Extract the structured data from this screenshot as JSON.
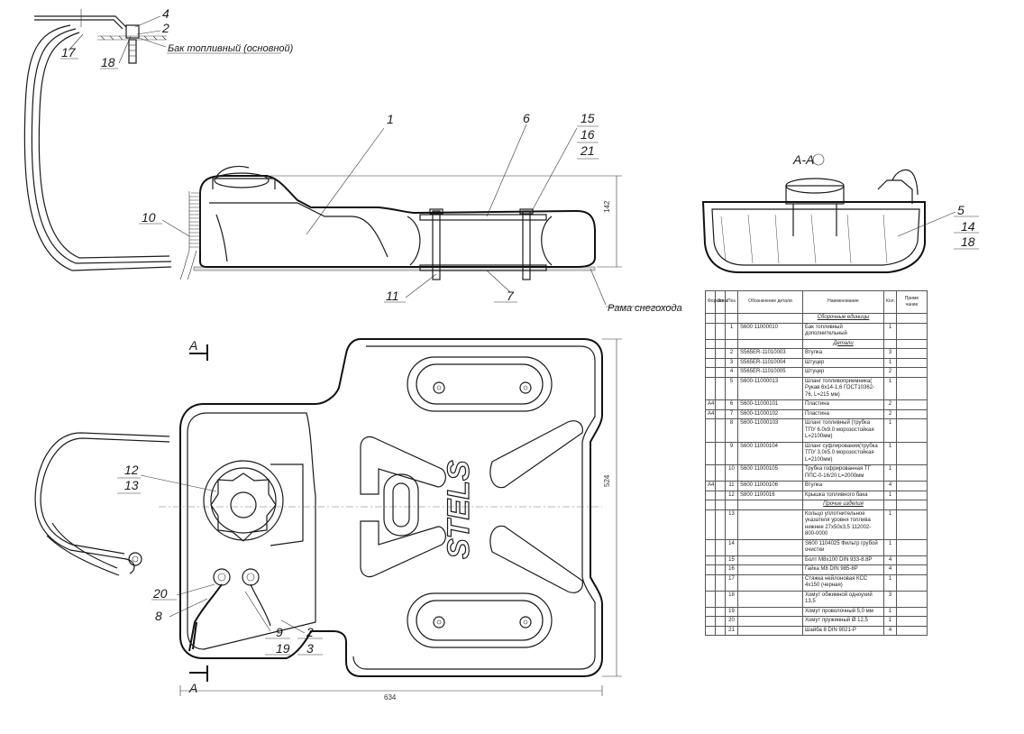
{
  "callouts": {
    "n1": "1",
    "n2a": "2",
    "n2b": "2",
    "n3": "3",
    "n4": "4",
    "n5": "5",
    "n6": "6",
    "n7": "7",
    "n8": "8",
    "n9": "9",
    "n10": "10",
    "n11": "11",
    "n12": "12",
    "n13": "13",
    "n14": "14",
    "n15": "15",
    "n16": "16",
    "n17": "17",
    "n18a": "18",
    "n18b": "18",
    "n19": "19",
    "n20": "20",
    "n21": "21"
  },
  "notes": {
    "tank_main": "Бак топливный (основной)",
    "frame": "Рама снегохода",
    "section_top": "A-A",
    "section_mark_a1": "A",
    "section_mark_a2": "A",
    "logo": "STELS"
  },
  "dimensions": {
    "height_side": "142",
    "length_plan": "524",
    "width_plan": "634"
  },
  "bom": {
    "headers": [
      "Формат",
      "Зона",
      "Поз.",
      "Обозначение детали",
      "Наименование",
      "Кол.",
      "Приме чание"
    ],
    "rows": [
      {
        "type": "section",
        "name": "Сборочные единицы"
      },
      {
        "fmt": "",
        "zone": "",
        "pos": "1",
        "code": "S600 11000010",
        "name": "Бак топливный дополнительный",
        "qty": "1"
      },
      {
        "type": "section",
        "name": "Детали"
      },
      {
        "fmt": "",
        "zone": "",
        "pos": "2",
        "code": "S565ER-11010003",
        "name": "Втулка",
        "qty": "3"
      },
      {
        "fmt": "",
        "zone": "",
        "pos": "3",
        "code": "S565ER-11010004",
        "name": "Штуцер",
        "qty": "1"
      },
      {
        "fmt": "",
        "zone": "",
        "pos": "4",
        "code": "S565ER-11010005",
        "name": "Штуцер",
        "qty": "2"
      },
      {
        "fmt": "",
        "zone": "",
        "pos": "5",
        "code": "S600-11000013",
        "name": "Шланг топливоприемника( Рукав 6х14-1,6 ГОСТ10362-76, L=215 мм)",
        "qty": "1"
      },
      {
        "fmt": "А4",
        "zone": "",
        "pos": "6",
        "code": "S600-11000101",
        "name": "Пластина",
        "qty": "2"
      },
      {
        "fmt": "А4",
        "zone": "",
        "pos": "7",
        "code": "S600-11000102",
        "name": "Пластина",
        "qty": "2"
      },
      {
        "fmt": "",
        "zone": "",
        "pos": "8",
        "code": "S600-11000103",
        "name": "Шланг топливный (трубка ТПУ 6.0х9.0 морозостойкая L=2100мм)",
        "qty": "1"
      },
      {
        "fmt": "",
        "zone": "",
        "pos": "9",
        "code": "S600 11000104",
        "name": "Шланг суфлирования(трубка ТПУ 3.0х5.0 морозостойкая L=2100мм)",
        "qty": "1"
      },
      {
        "fmt": "",
        "zone": "",
        "pos": "10",
        "code": "S600 11000105",
        "name": "Трубка гофрированная ТГ ППС-0-16/20 L=2000мм",
        "qty": "1"
      },
      {
        "fmt": "А4",
        "zone": "",
        "pos": "11",
        "code": "S600 11000106",
        "name": "Втулка",
        "qty": "4"
      },
      {
        "fmt": "",
        "zone": "",
        "pos": "12",
        "code": "S800 1100016",
        "name": "Крышка топливного бака",
        "qty": "1"
      },
      {
        "type": "section",
        "name": "Прочие изделия"
      },
      {
        "fmt": "",
        "zone": "",
        "pos": "13",
        "code": "",
        "name": "Кольцо уплотнительное указателя уровня топлива нижнее 27x50x3,5 112002-800-0000",
        "qty": "1"
      },
      {
        "fmt": "",
        "zone": "",
        "pos": "14",
        "code": "",
        "name": "S600 1104025 Фильтр грубой очистки",
        "qty": "1"
      },
      {
        "fmt": "",
        "zone": "",
        "pos": "15",
        "code": "",
        "name": "Болт М8х100 DIN 933-8.8Р",
        "qty": "4"
      },
      {
        "fmt": "",
        "zone": "",
        "pos": "16",
        "code": "",
        "name": "Гайка М8 DIN 985-8Р",
        "qty": "4"
      },
      {
        "fmt": "",
        "zone": "",
        "pos": "17",
        "code": "",
        "name": "Стяжка нейлоновая КСС 4х150 (черная)",
        "qty": "1"
      },
      {
        "fmt": "",
        "zone": "",
        "pos": "18",
        "code": "",
        "name": "Хомут обжимной одноухий 13,5",
        "qty": "3"
      },
      {
        "fmt": "",
        "zone": "",
        "pos": "19",
        "code": "",
        "name": "Хомут проволочный 5,0 мм",
        "qty": "1"
      },
      {
        "fmt": "",
        "zone": "",
        "pos": "20",
        "code": "",
        "name": "Хомут пружинный Ø 12,5",
        "qty": "1"
      },
      {
        "fmt": "",
        "zone": "",
        "pos": "21",
        "code": "",
        "name": "Шайба 8 DIN 9021-Р",
        "qty": "4"
      }
    ]
  }
}
